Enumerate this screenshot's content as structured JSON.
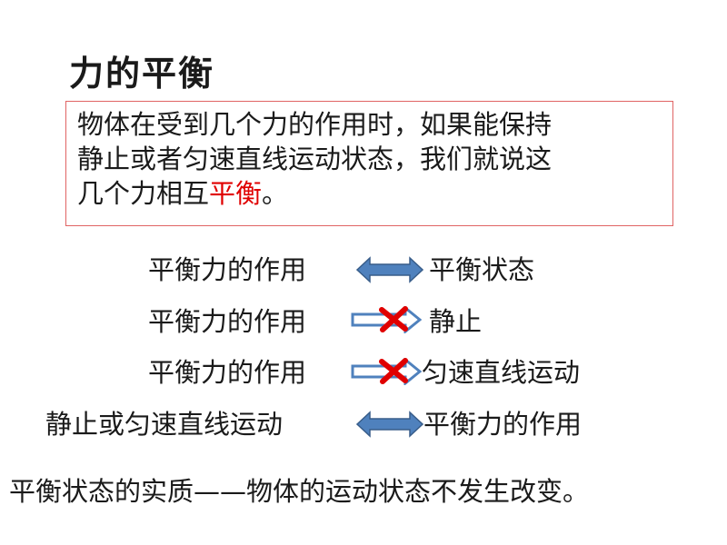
{
  "title": "力的平衡",
  "definition": {
    "lines": [
      "物体在受到几个力的作用时，如果能保持",
      "静止或者匀速直线运动状态，我们就说这",
      "几个力相互"
    ],
    "highlight": "平衡",
    "end": "。"
  },
  "relations": [
    {
      "left": "平衡力的作用",
      "arrow": "double",
      "crossed": false,
      "right": "平衡状态"
    },
    {
      "left": "平衡力的作用",
      "arrow": "single",
      "crossed": true,
      "right": "静止"
    },
    {
      "left": "平衡力的作用",
      "arrow": "single",
      "crossed": true,
      "right": "匀速直线运动"
    },
    {
      "left": "静止或匀速直线运动",
      "arrow": "double",
      "crossed": false,
      "right": "平衡力的作用"
    }
  ],
  "summary": "平衡状态的实质——物体的运动状态不发生改变。",
  "colors": {
    "highlight": "#e00000",
    "box_border": "#e06464",
    "arrow_fill": "#4f81bd",
    "arrow_stroke": "#385d8a",
    "cross": "#e00000"
  }
}
